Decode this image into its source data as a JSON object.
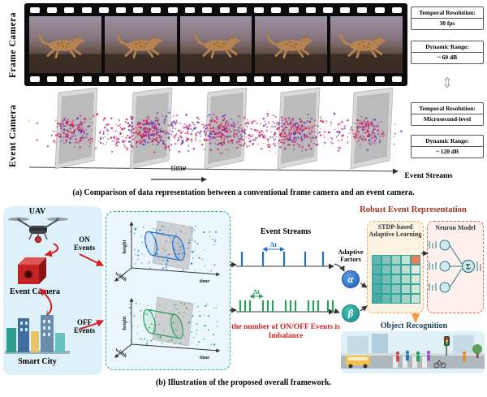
{
  "panel_a": {
    "frame_camera_label": "Frame Camera",
    "event_camera_label": "Event Camera",
    "time_label": "time",
    "event_streams_label": "Event Streams",
    "frame_specs": {
      "temporal_resolution_label": "Temporal Resolution:",
      "temporal_resolution_value": "30 fps",
      "dynamic_range_label": "Dynamic Range:",
      "dynamic_range_value": "~ 60 dB"
    },
    "event_specs": {
      "temporal_resolution_label": "Temporal Resolution:",
      "temporal_resolution_value": "Microsecond-level",
      "dynamic_range_label": "Dynamic Range:",
      "dynamic_range_value": "~ 120 dB"
    },
    "caption": "(a) Comparison of data representation between a conventional frame camera and an event camera."
  },
  "panel_b": {
    "uav_label": "UAV",
    "on_events_label": "ON Events",
    "event_camera_label": "Event Camera",
    "off_events_label": "OFF Events",
    "smart_city_label": "Smart City",
    "axes": {
      "height": "height",
      "width": "width",
      "time": "time"
    },
    "event_streams_label": "Event Streams",
    "delta_t": "Δt",
    "adaptive_factors_label": "Adaptive Factors",
    "alpha": "α",
    "beta": "β",
    "imbalance_text": "the number of ON/OFF Events is Imbalance",
    "robust_title": "Robust Event Representation",
    "stdp_label": "STDP-based Adaptive Learning",
    "neuron_model_label": "Neuron Model",
    "sigma": "Σ",
    "object_recognition_label": "Object Recognition",
    "caption": "(b) Illustration of the proposed overall framework."
  },
  "icons": {
    "frame_event_compare_arrow": "⇕"
  },
  "colors": {
    "on_blue": "#1f6fd0",
    "off_green": "#27a05a",
    "beta_teal": "#17a2a0",
    "warning_red": "#d42020",
    "event_magenta": "#d6245a",
    "accent_orange": "#f59a40",
    "title_maroon": "#9c3424",
    "teal_border": "#2aa8a0"
  }
}
